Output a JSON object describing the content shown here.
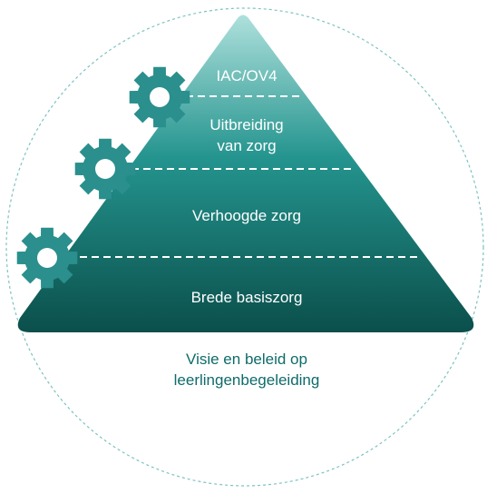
{
  "pyramid": {
    "tiers": [
      {
        "lines": [
          "IAC/OV4"
        ]
      },
      {
        "lines": [
          "Uitbreiding",
          "van zorg"
        ]
      },
      {
        "lines": [
          "Verhoogde zorg"
        ]
      },
      {
        "lines": [
          "Brede basiszorg"
        ]
      }
    ]
  },
  "caption": {
    "line1": "Visie en beleid op",
    "line2": "leerlingenbegeleiding"
  },
  "icons": {
    "gear_count": 3
  },
  "colors": {
    "pyramid_top": "#aee0dc",
    "pyramid_mid": "#24948e",
    "pyramid_bottom": "#0b4f4b",
    "gear": "#2a8f8d",
    "caption_text": "#0f6b6a",
    "circle_outline": "#7cc3bf"
  }
}
